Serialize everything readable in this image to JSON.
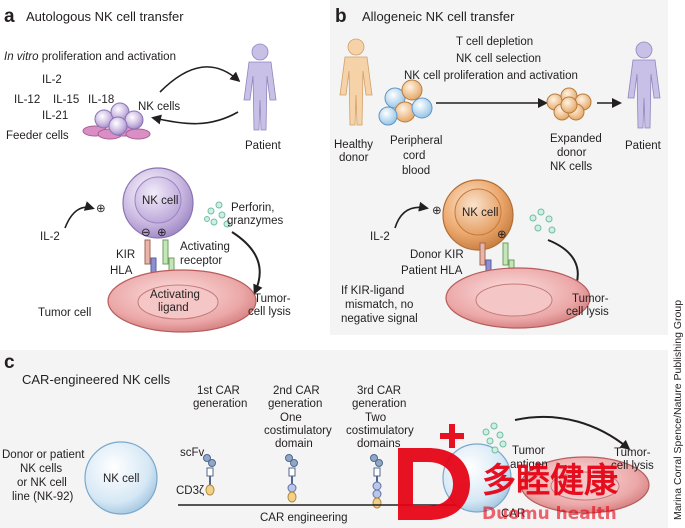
{
  "panels": {
    "a": {
      "letter": "a",
      "title": "Autologous NK cell transfer",
      "invitro_italic": "In vitro",
      "invitro_rest": " proliferation and activation",
      "cytokines": [
        "IL-2",
        "IL-12",
        "IL-15",
        "IL-18",
        "IL-21"
      ],
      "nk_cells": "NK cells",
      "feeder_cells": "Feeder cells",
      "patient": "Patient",
      "nk_cell": "NK cell",
      "perforin": [
        "Perforin,",
        "granzymes"
      ],
      "il2": "IL-2",
      "kir": "KIR",
      "hla": "HLA",
      "activating_receptor": [
        "Activating",
        "receptor"
      ],
      "activating_ligand": [
        "Activating",
        "ligand"
      ],
      "tumor_cell": "Tumor cell",
      "tumor_lysis": [
        "Tumor-",
        "cell lysis"
      ],
      "plus": "⊕",
      "minus": "⊖"
    },
    "b": {
      "letter": "b",
      "title": "Allogeneic NK cell transfer",
      "steps": [
        "T cell depletion",
        "NK cell selection",
        "NK cell proliferation and activation"
      ],
      "healthy_donor": [
        "Healthy",
        "donor"
      ],
      "peripheral": [
        "Peripheral",
        "cord",
        "blood"
      ],
      "expanded": [
        "Expanded",
        "donor",
        "NK cells"
      ],
      "patient": "Patient",
      "nk_cell": "NK cell",
      "il2": "IL-2",
      "donor_kir": "Donor KIR",
      "patient_hla": "Patient HLA",
      "mismatch": [
        "If KIR-ligand",
        "mismatch, no",
        "negative signal"
      ],
      "tumor_lysis": [
        "Tumor-",
        "cell lysis"
      ]
    },
    "c": {
      "letter": "c",
      "title": "CAR-engineered NK cells",
      "gen1": [
        "1st CAR",
        "generation"
      ],
      "gen2": [
        "2nd CAR",
        "generation",
        "One",
        "costimulatory",
        "domain"
      ],
      "gen3": [
        "3rd CAR",
        "generation",
        "Two",
        "costimulatory",
        "domains"
      ],
      "donor": [
        "Donor or patient",
        "NK cells",
        "or NK cell",
        "line (NK-92)"
      ],
      "nk_cell": "NK cell",
      "scfv": "scFv",
      "cd3z": "CD3ζ",
      "car_engineering": "CAR engineering",
      "tumor_antigen": [
        "Tumor",
        "antigen"
      ],
      "car": "CAR",
      "tumor_lysis": [
        "Tumor-",
        "cell lysis"
      ]
    }
  },
  "credit": "Marina Corral Spence/Nature Publishing Group",
  "watermark": {
    "brand_cn": "多睦健康",
    "brand_en": "Duomu health"
  },
  "colors": {
    "nk_purple": "#c9b7df",
    "nk_orange": "#e8a46e",
    "nk_blue": "#cde3f2",
    "tumor_red": "#e9a2a2",
    "body_purple": "#c8c0e6",
    "body_peach": "#f6d2a8",
    "watermark_red": "#e60012",
    "panel_b_bg": "#f3f3f3"
  }
}
